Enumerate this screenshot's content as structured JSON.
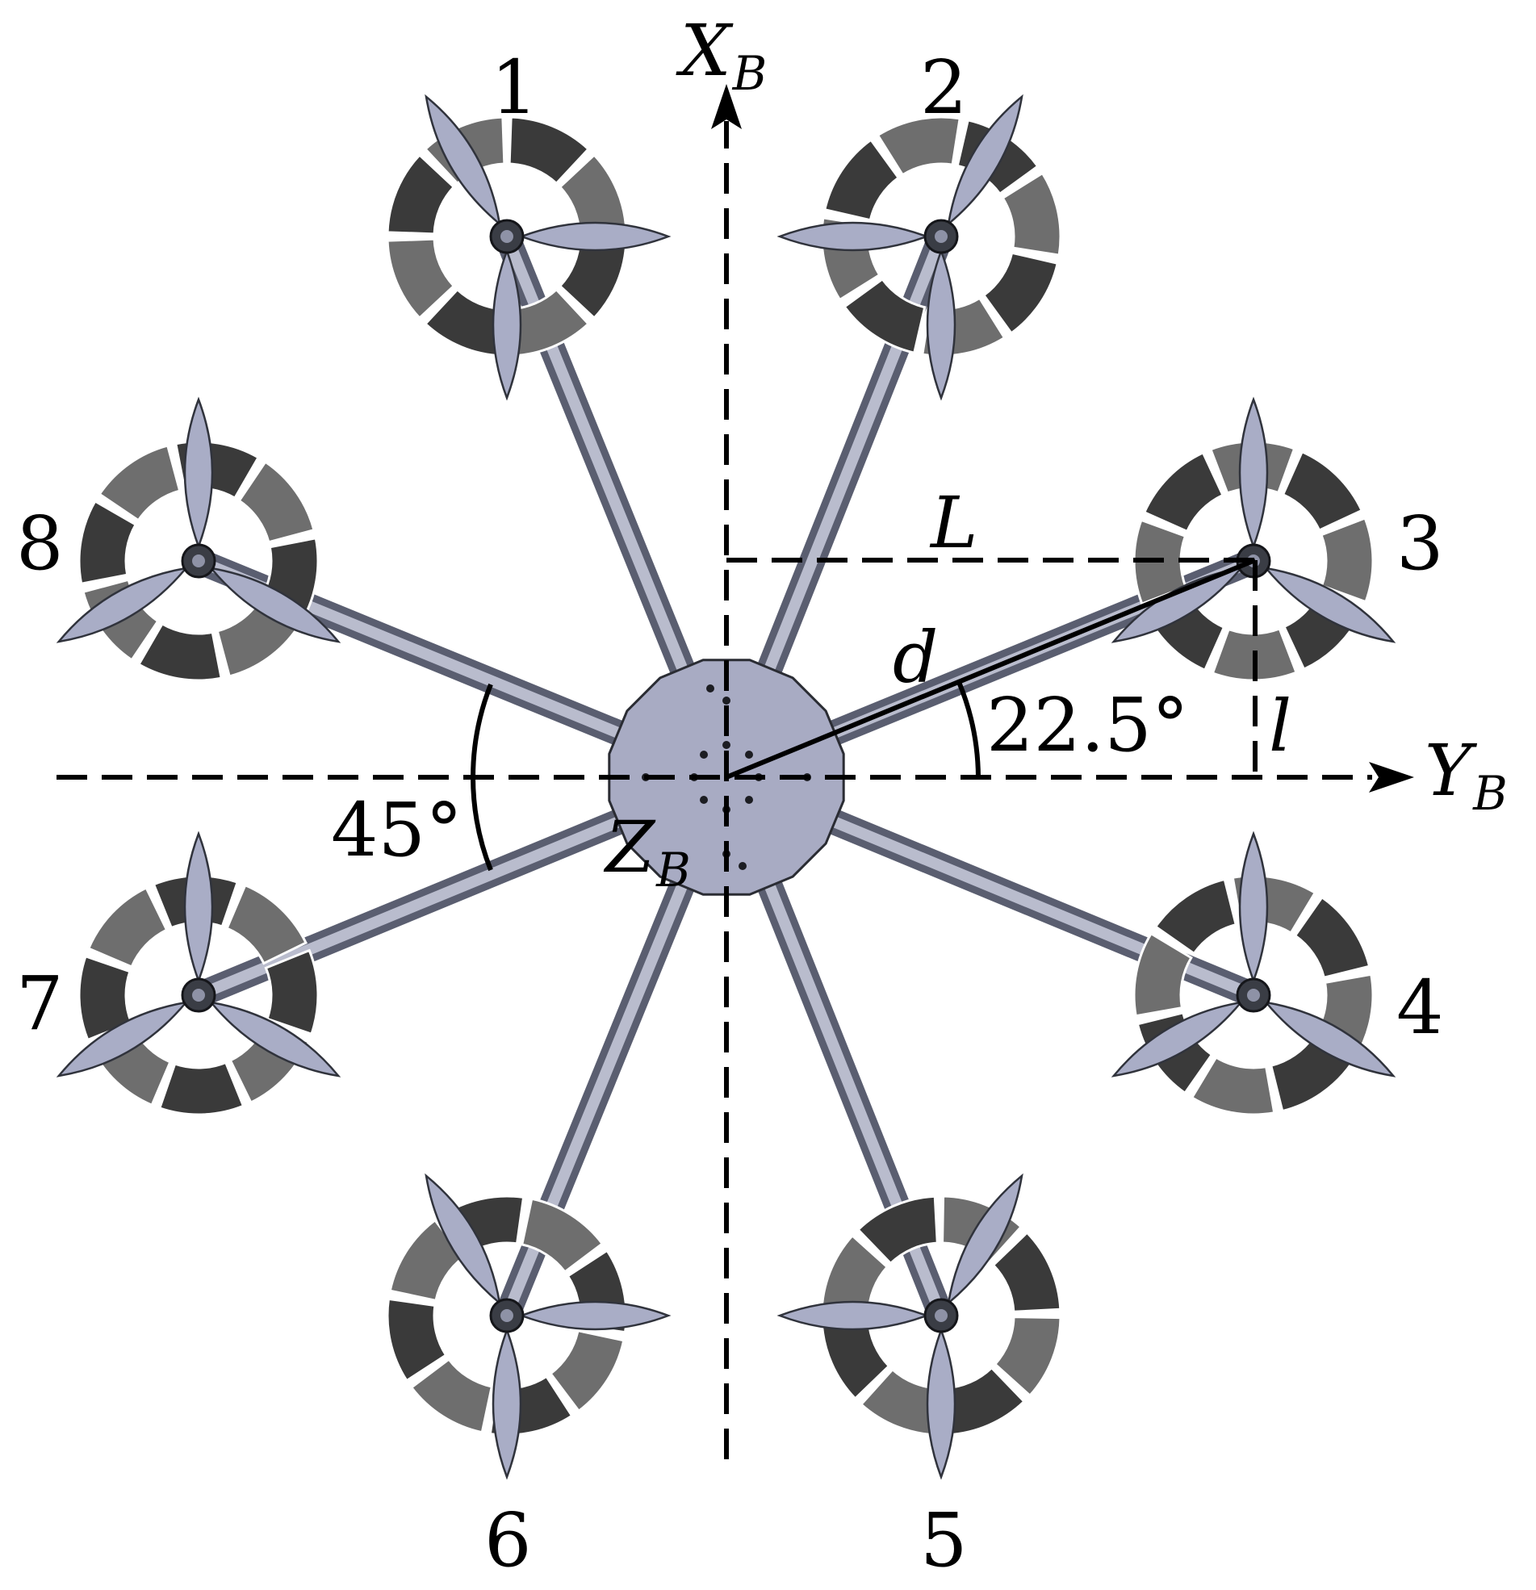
{
  "diagram": {
    "axes": {
      "x_axis": {
        "letter": "X",
        "subscript": "B"
      },
      "y_axis": {
        "letter": "Y",
        "subscript": "B"
      },
      "z_axis": {
        "letter": "Z",
        "subscript": "B"
      }
    },
    "dimensions": {
      "arm_length": "d",
      "lateral_offset": "L",
      "longitudinal_offset": "l"
    },
    "angles": {
      "arm_angle": "22.5°",
      "arm_spacing": "45°"
    },
    "rotors": [
      {
        "label": "1"
      },
      {
        "label": "2"
      },
      {
        "label": "3"
      },
      {
        "label": "4"
      },
      {
        "label": "5"
      },
      {
        "label": "6"
      },
      {
        "label": "7"
      },
      {
        "label": "8"
      }
    ],
    "colors": {
      "ring_dark": "#3a3a3a",
      "ring_light": "#6e6e6e",
      "blade": "#a9adc6",
      "body": "#a8abc3",
      "arm": "#7c8094",
      "axis_line": "#000000"
    }
  }
}
